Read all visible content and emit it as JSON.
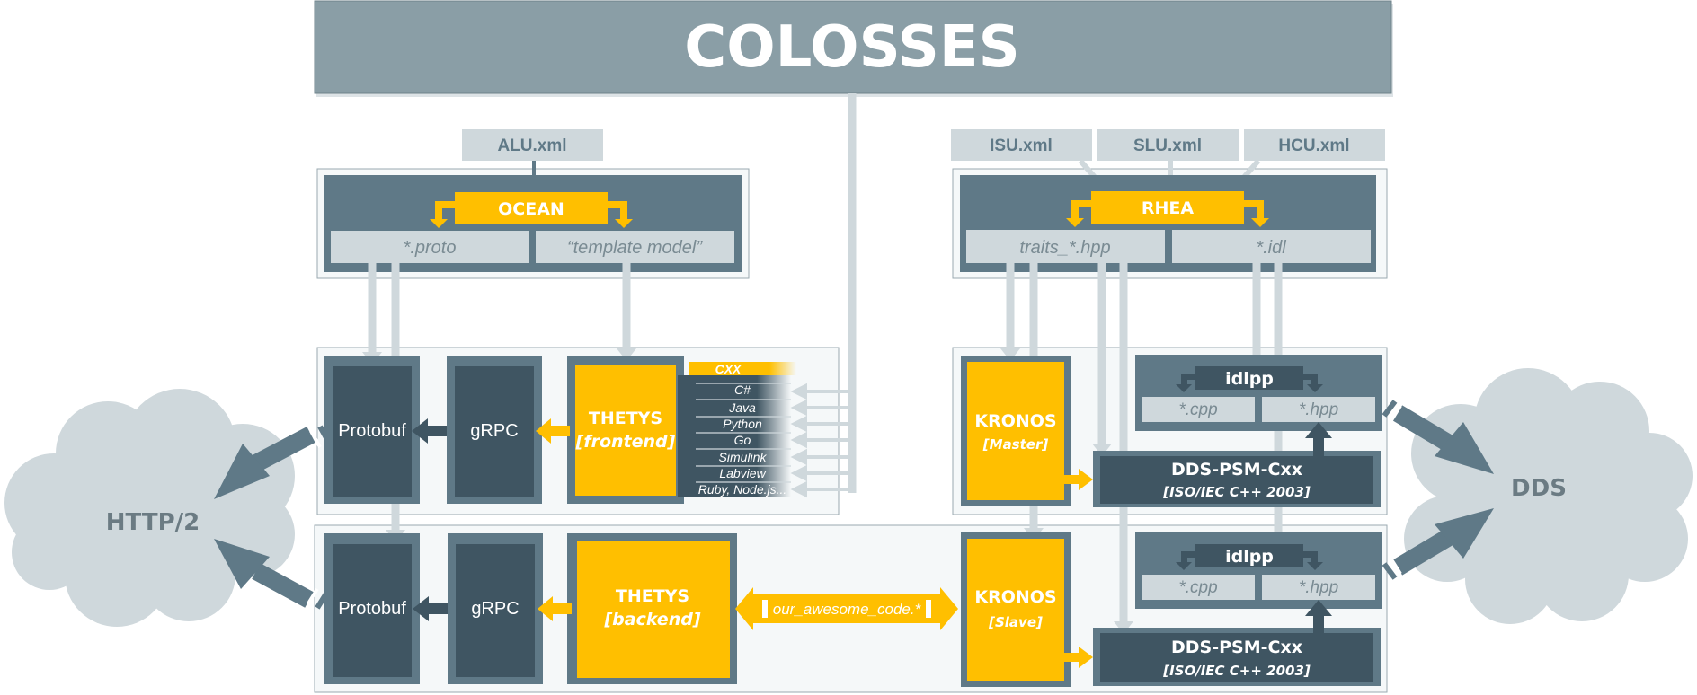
{
  "title": "COLOSSES",
  "inputs": {
    "alu": "ALU.xml",
    "isu": "ISU.xml",
    "slu": "SLU.xml",
    "hcu": "HCU.xml"
  },
  "ocean": {
    "label": "OCEAN",
    "out_proto": "*.proto",
    "out_template": "“template model”"
  },
  "rhea": {
    "label": "RHEA",
    "out_traits": "traits_*.hpp",
    "out_idl": "*.idl"
  },
  "frontend_row": {
    "protobuf": "Protobuf",
    "grpc": "gRPC",
    "thetys": "THETYS",
    "thetys_sub": "[frontend]",
    "languages": [
      "CXX",
      "C#",
      "Java",
      "Python",
      "Go",
      "Simulink",
      "Labview",
      "Ruby, Node.js..."
    ]
  },
  "backend_row": {
    "protobuf": "Protobuf",
    "grpc": "gRPC",
    "thetys": "THETYS",
    "thetys_sub": "[backend]",
    "code": "our_awesome_code.*"
  },
  "kronos_master": {
    "label": "KRONOS",
    "sub": "[Master]"
  },
  "kronos_slave": {
    "label": "KRONOS",
    "sub": "[Slave]"
  },
  "idlpp_top": {
    "label": "idlpp",
    "cpp": "*.cpp",
    "hpp": "*.hpp"
  },
  "idlpp_bottom": {
    "label": "idlpp",
    "cpp": "*.cpp",
    "hpp": "*.hpp"
  },
  "dds_psm_top": {
    "label": "DDS-PSM-Cxx",
    "sub": "[ISO/IEC C++ 2003]"
  },
  "dds_psm_bottom": {
    "label": "DDS-PSM-Cxx",
    "sub": "[ISO/IEC C++ 2003]"
  },
  "clouds": {
    "http": "HTTP/2",
    "dds": "DDS"
  },
  "colors": {
    "header": "#8a9ea6",
    "dark_frame": "#5f7987",
    "dark_box": "#3f5562",
    "light_box": "#cfd8dc",
    "yellow": "#ffbf00",
    "cloud": "#cfd8dc",
    "cloud_text": "#6b7b83",
    "panel": "#f5f8f9"
  }
}
